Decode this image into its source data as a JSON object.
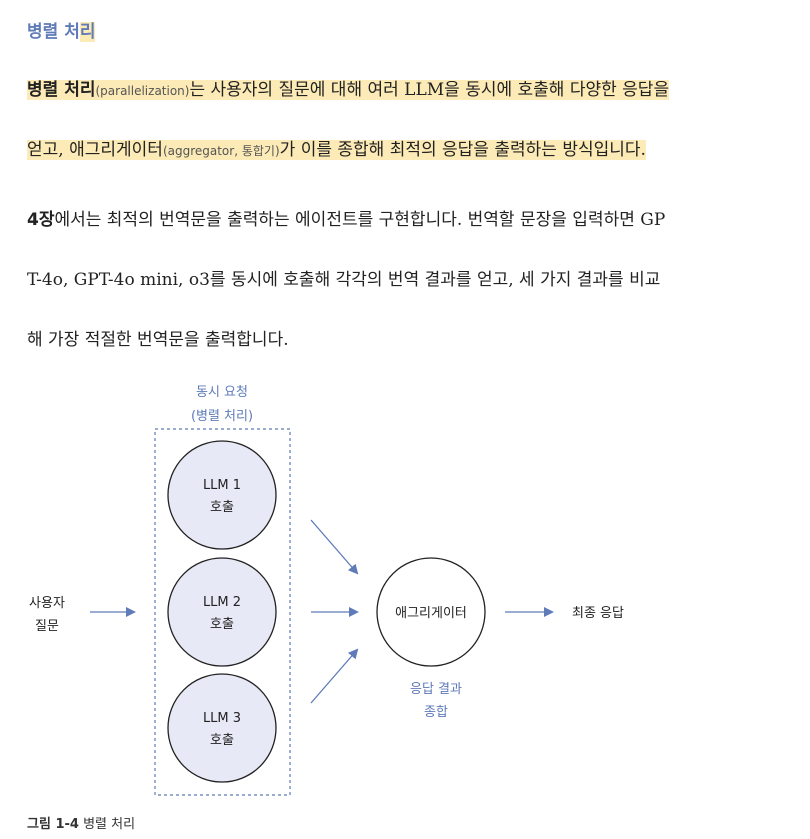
{
  "section_title": {
    "part1": "병렬 처",
    "part2": "리"
  },
  "paragraph1": {
    "term": "병렬 처리",
    "term_en": "(parallelization)",
    "line1_rest": "는 사용자의 질문에 대해 여러 LLM을 동시에 호출해 다양한 응답을",
    "line2_start": "얻고, 애그리게이터",
    "aggregator_note": "(aggregator, 통합기)",
    "line2_end": "가 이를 종합해 최적의 응답을 출력하는 방식입니다."
  },
  "paragraph2": {
    "chapter": "4장",
    "line1_rest": "에서는 최적의 번역문을 출력하는 에이전트를 구현합니다. 번역할 문장을 입력하면 GP",
    "line2": "T-4o, GPT-4o mini, o3를 동시에 호출해 각각의 번역 결과를 얻고, 세 가지 결과를 비교",
    "line3": "해 가장 적절한 번역문을 출력합니다."
  },
  "diagram": {
    "group_label_line1": "동시 요청",
    "group_label_line2": "(병렬 처리)",
    "input_line1": "사용자",
    "input_line2": "질문",
    "nodes": [
      {
        "line1": "LLM 1",
        "line2": "호출"
      },
      {
        "line1": "LLM 2",
        "line2": "호출"
      },
      {
        "line1": "LLM 3",
        "line2": "호출"
      }
    ],
    "aggregator": "애그리게이터",
    "aggregator_note_line1": "응답 결과",
    "aggregator_note_line2": "종합",
    "output": "최종 응답",
    "colors": {
      "accent": "#5f7bb8",
      "node_fill": "#e8e9f6",
      "node_stroke": "#222222"
    }
  },
  "caption": {
    "number": "그림 1-4",
    "text": "병렬 처리"
  }
}
